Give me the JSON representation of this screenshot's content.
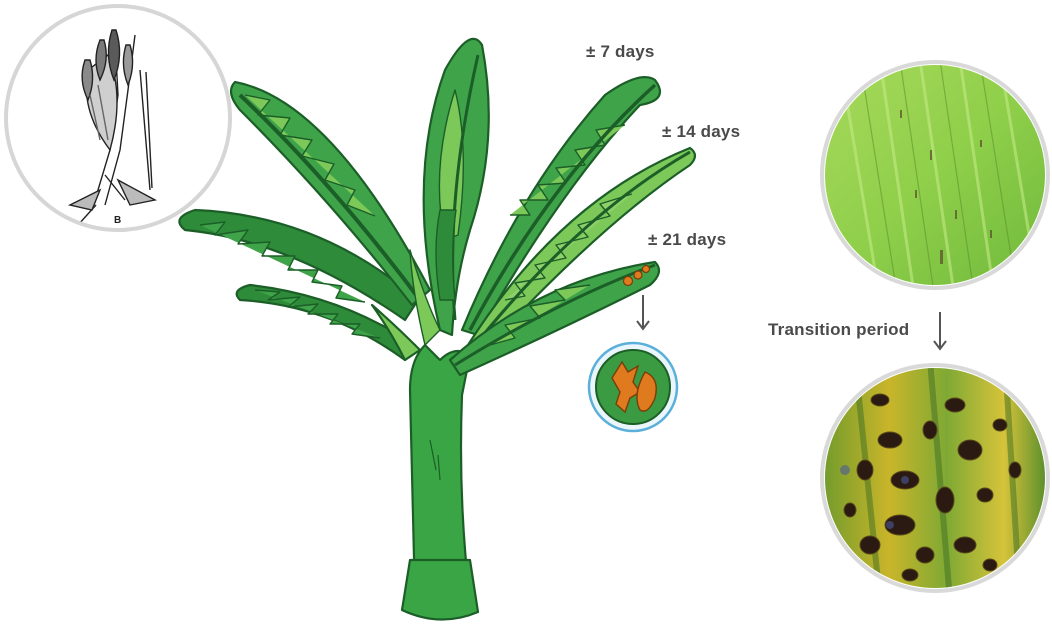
{
  "labels": {
    "stage_7": "± 7 days",
    "stage_14": "± 14 days",
    "stage_21": "± 21 days",
    "transition": "Transition period",
    "inset_letter": "B"
  },
  "colors": {
    "leaf_dark": "#2e8b3a",
    "leaf_mid": "#3fa34a",
    "leaf_light": "#7cc95a",
    "leaf_outline": "#1c5e27",
    "stem": "#3aa544",
    "lesion": "#e07a1e",
    "label_text": "#4a4a4a",
    "arrow": "#555555",
    "circle_border": "#d9d9d9",
    "petri_ring": "#5ab0d8"
  },
  "icons": [
    "flower-sketch-icon",
    "down-arrow-icon",
    "petri-dish-icon"
  ]
}
